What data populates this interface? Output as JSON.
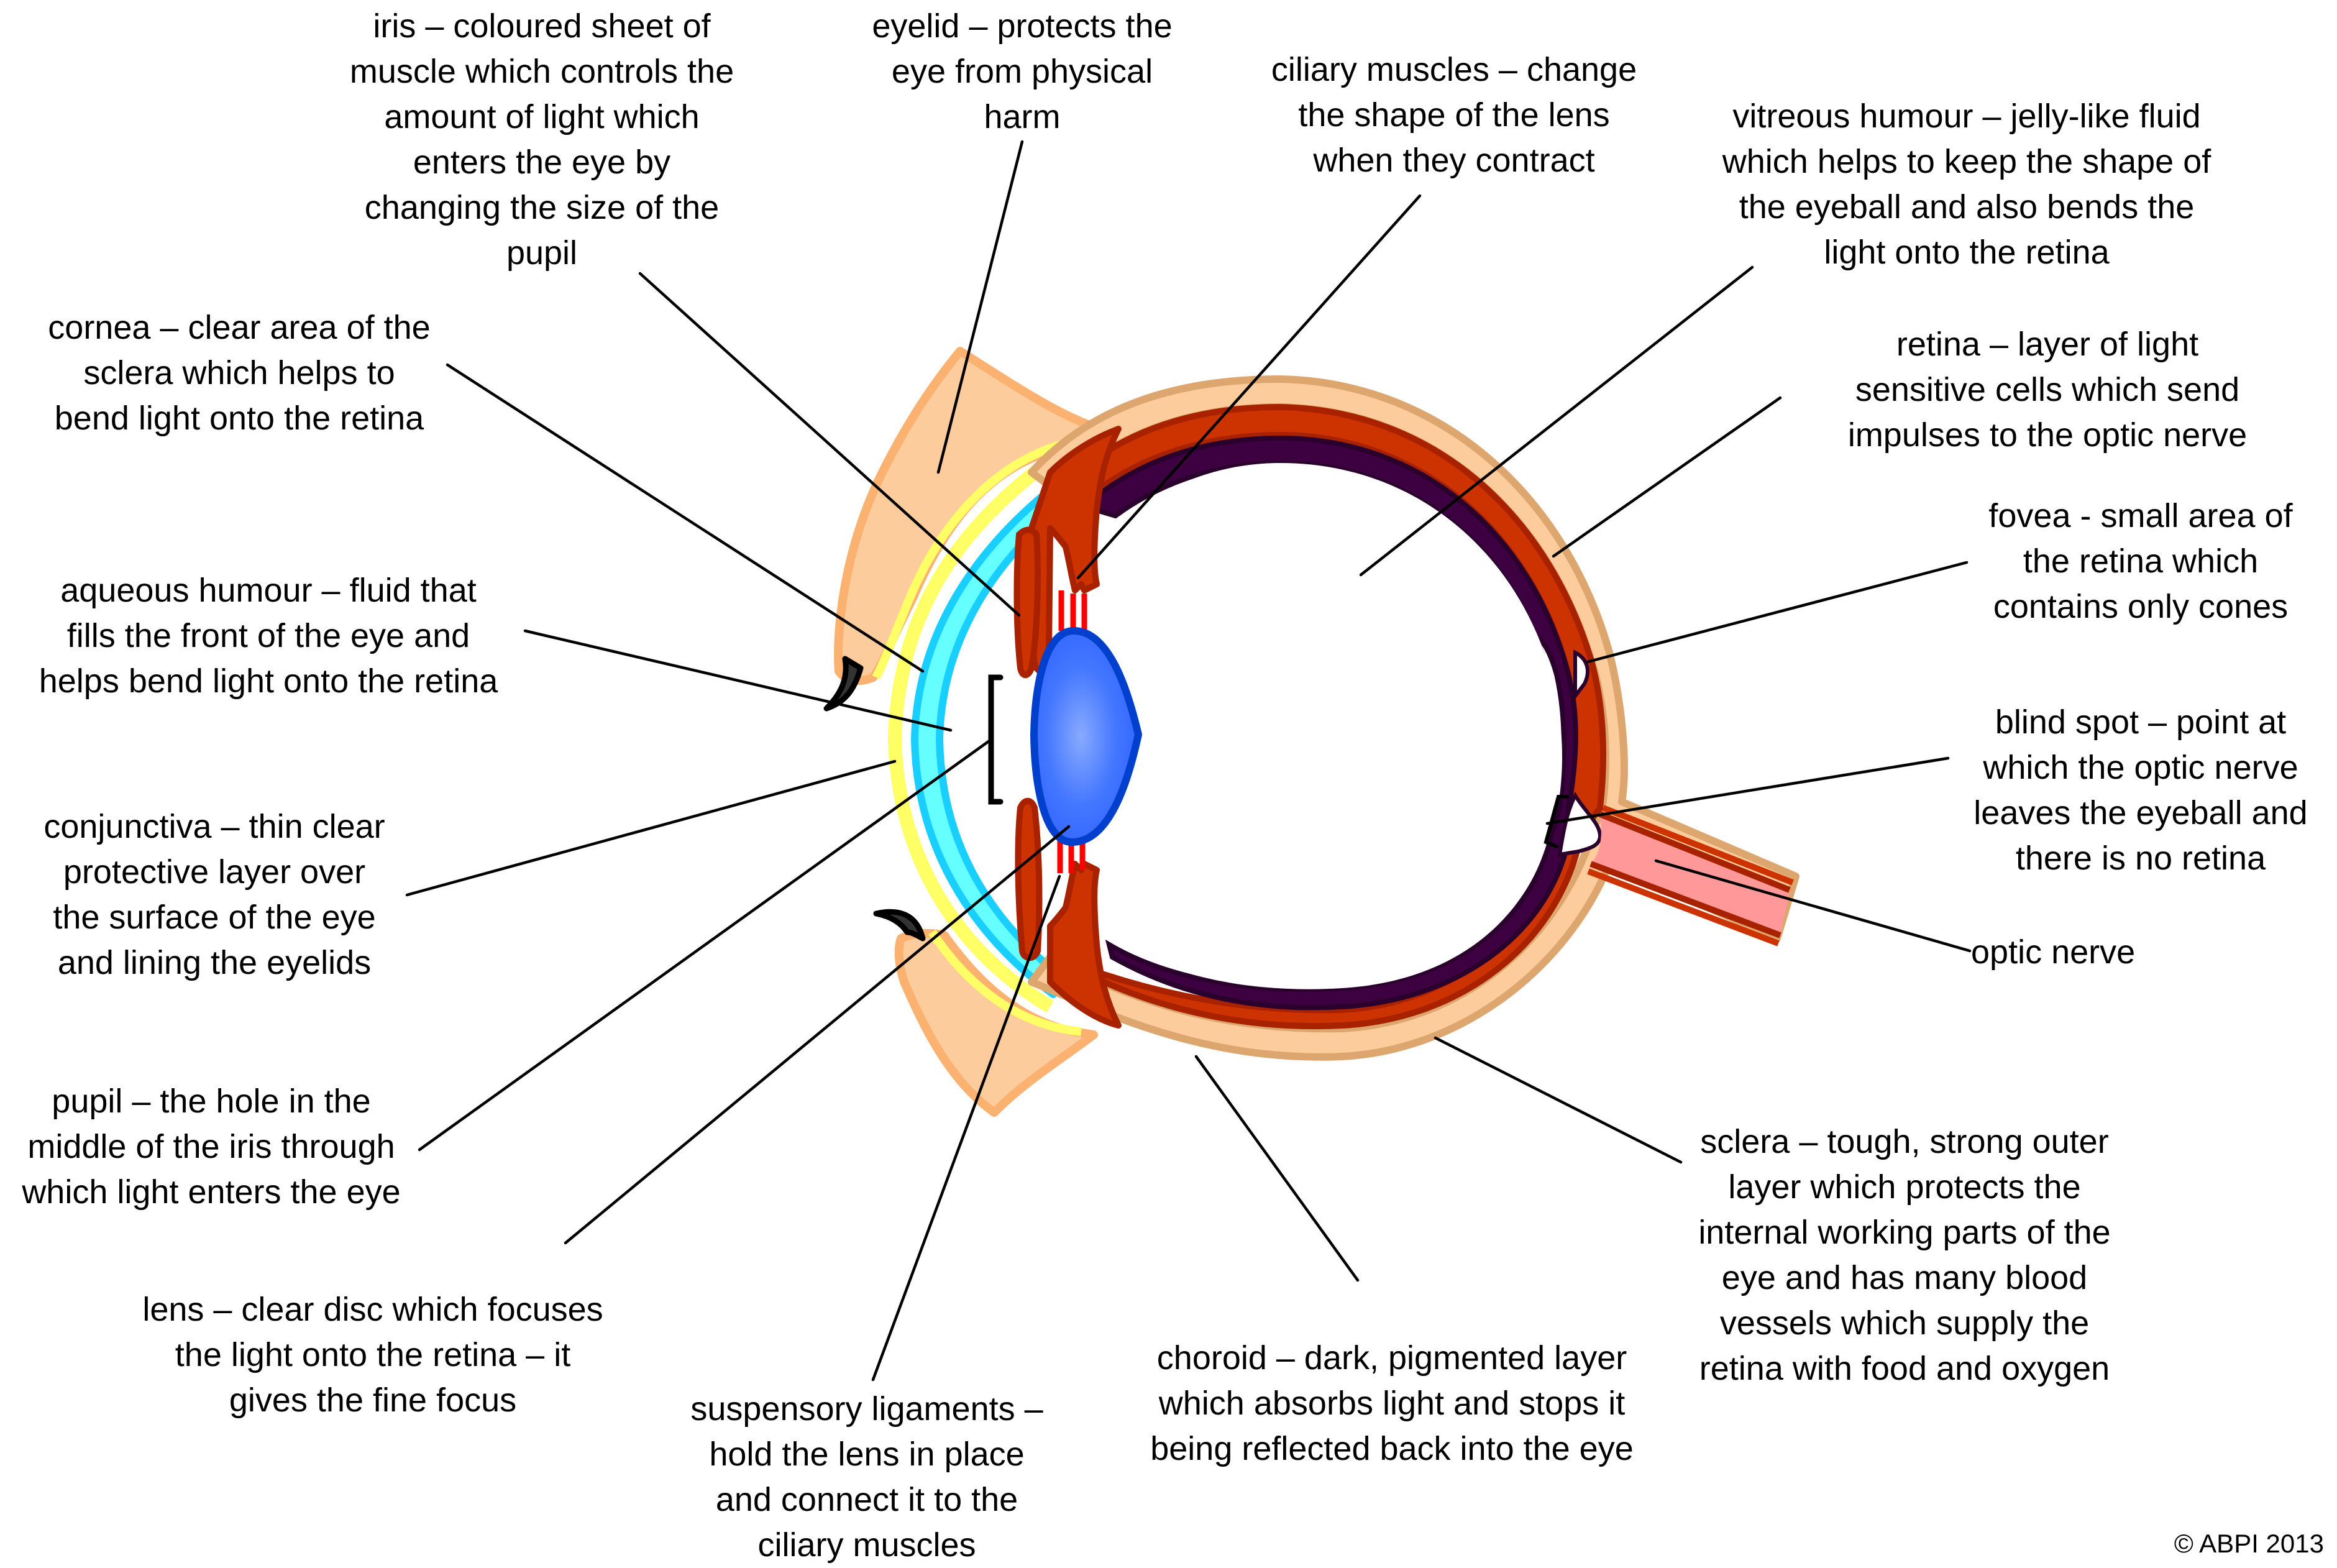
{
  "title": "Structure of the human eye",
  "colors": {
    "eyelid": "#FDCC9C",
    "eyelid_edge": "#FBB271",
    "conjunctiva": "#FFFF66",
    "cornea": "#66FFFF",
    "cornea_edge": "#19CFFF",
    "sclera_outer": "#DDA66F",
    "sclera_inner": "#FDCC9C",
    "choroid_red": "#CC3300",
    "choroid_dark": "#A82200",
    "retina": "#3D0040",
    "retina_edge": "#2A002C",
    "lens": "#3366FF",
    "lens_edge": "#0040CC",
    "lens_highlight": "#88AAFF",
    "ligament": "#FF0000",
    "optic_nerve": "#FF9999",
    "eyelash": "#333333"
  },
  "labels": {
    "iris": [
      "iris – coloured sheet of",
      "muscle which controls the",
      "amount of light which",
      "enters the eye by",
      "changing the size of the",
      "pupil"
    ],
    "eyelid": [
      "eyelid – protects the",
      "eye from physical",
      "harm"
    ],
    "ciliary_muscles": [
      "ciliary muscles – change",
      "the shape of the lens",
      "when they contract"
    ],
    "vitreous_humour": [
      "vitreous humour – jelly-like fluid",
      "which helps to keep the shape of",
      "the eyeball and also bends the",
      "light onto the retina"
    ],
    "cornea": [
      "cornea – clear area of the",
      "sclera which helps to",
      "bend light onto the retina"
    ],
    "retina": [
      "retina – layer of light",
      "sensitive cells which send",
      "impulses to the optic nerve"
    ],
    "fovea": [
      "fovea - small area of",
      "the retina which",
      "contains only cones"
    ],
    "aqueous_humour": [
      "aqueous humour – fluid that",
      "fills the front of the eye and",
      "helps bend light onto the retina"
    ],
    "blind_spot": [
      "blind spot – point at",
      "which the optic nerve",
      "leaves the eyeball and",
      "there is no retina"
    ],
    "conjunctiva": [
      "conjunctiva – thin clear",
      "protective layer over",
      "the surface of the eye",
      "and lining the eyelids"
    ],
    "optic_nerve": [
      "optic nerve"
    ],
    "pupil": [
      "pupil – the hole in the",
      "middle of the iris through",
      "which light enters the eye"
    ],
    "sclera": [
      "sclera – tough, strong outer",
      "layer which protects the",
      "internal working parts of the",
      "eye and has many blood",
      "vessels which supply the",
      "retina with food and oxygen"
    ],
    "lens": [
      "lens – clear disc which focuses",
      "the light onto the retina – it",
      "gives the fine focus"
    ],
    "choroid": [
      "choroid – dark, pigmented layer",
      "which absorbs light and stops it",
      "being reflected back into the eye"
    ],
    "suspensory_ligaments": [
      "suspensory ligaments –",
      "hold the lens in place",
      "and connect it to the",
      "ciliary muscles"
    ]
  },
  "copyright": "© ABPI 2013"
}
